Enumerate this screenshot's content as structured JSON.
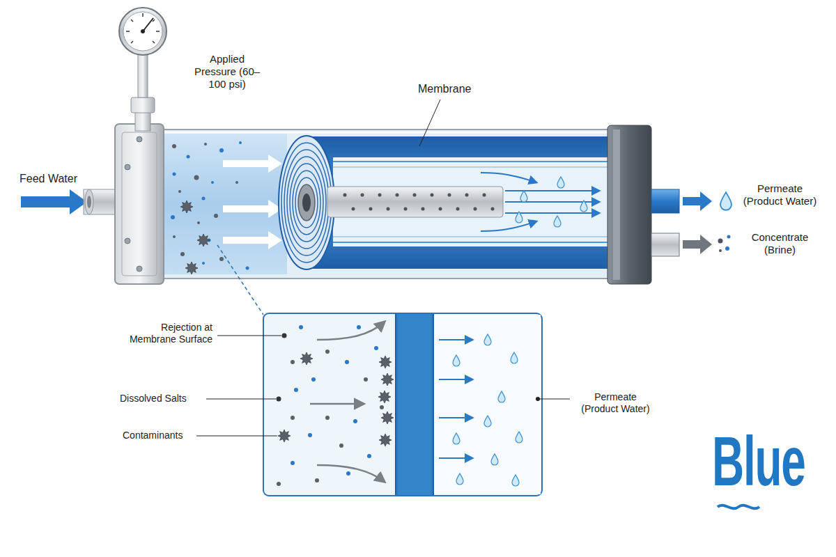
{
  "diagram": {
    "labels": [
      "Applied Pressure (60–100 psi)",
      "Feed Water",
      "Membrane",
      "Permeate (Product Water)",
      "Concentrate (Brine)",
      "Rejection at Membrane Surface",
      "Dissolved Salts",
      "Contaminants",
      "Permeate (Product Water)",
      "Blue"
    ]
  }
}
